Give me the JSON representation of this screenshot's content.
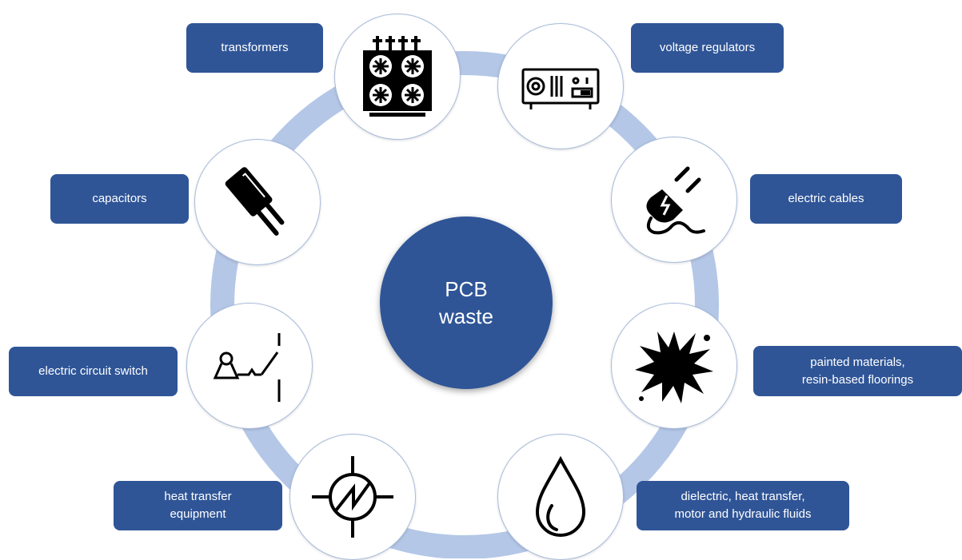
{
  "center": {
    "line1": "PCB",
    "line2": "waste"
  },
  "items": [
    {
      "icon": "transformer-icon",
      "label": [
        "transformers"
      ]
    },
    {
      "icon": "voltage-regulator-icon",
      "label": [
        "voltage regulators"
      ]
    },
    {
      "icon": "electric-plug-icon",
      "label": [
        "electric cables"
      ]
    },
    {
      "icon": "paint-splash-icon",
      "label": [
        "painted materials,",
        "resin-based floorings"
      ]
    },
    {
      "icon": "fluid-drop-icon",
      "label": [
        "dielectric, heat transfer,",
        "motor  and hydraulic fluids"
      ]
    },
    {
      "icon": "heat-exchanger-icon",
      "label": [
        "heat transfer",
        "equipment"
      ]
    },
    {
      "icon": "circuit-switch-icon",
      "label": [
        "electric circuit switch"
      ]
    },
    {
      "icon": "capacitor-icon",
      "label": [
        "capacitors"
      ]
    }
  ],
  "colors": {
    "primary": "#2f5597",
    "ring": "#b4c7e7",
    "node_border": "#a9bcdc"
  }
}
